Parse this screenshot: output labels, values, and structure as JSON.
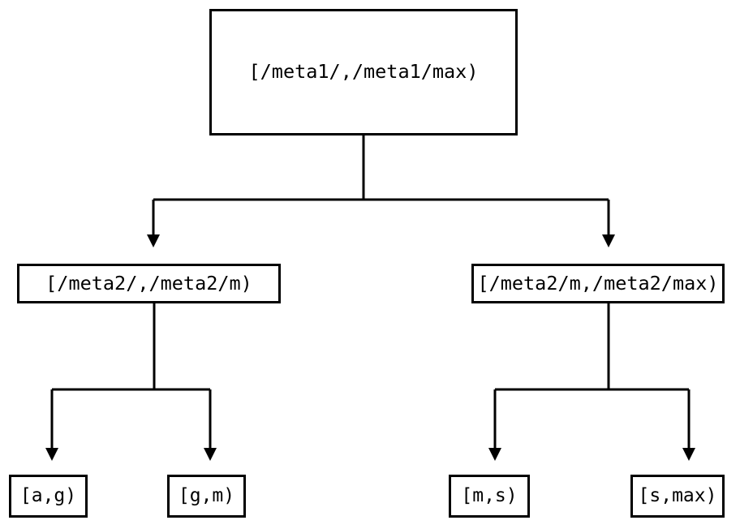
{
  "diagram": {
    "type": "interval-partition-tree",
    "background_color": "#ffffff",
    "line_color": "#000000",
    "text_color": "#000000",
    "nodes": {
      "root": {
        "label": "[/meta1/,/meta1/max)"
      },
      "mid_left": {
        "label": "[/meta2/,/meta2/m)"
      },
      "mid_right": {
        "label": "[/meta2/m,/meta2/max)"
      },
      "leaf_ag": {
        "label": "[a,g)"
      },
      "leaf_gm": {
        "label": "[g,m)"
      },
      "leaf_ms": {
        "label": "[m,s)"
      },
      "leaf_smax": {
        "label": "[s,max)"
      }
    },
    "edges": [
      {
        "from": "root",
        "to": "mid_left",
        "arrow": "down"
      },
      {
        "from": "root",
        "to": "mid_right",
        "arrow": "down"
      },
      {
        "from": "mid_left",
        "to": "leaf_ag",
        "arrow": "down"
      },
      {
        "from": "mid_left",
        "to": "leaf_gm",
        "arrow": "down"
      },
      {
        "from": "mid_right",
        "to": "leaf_ms",
        "arrow": "down"
      },
      {
        "from": "mid_right",
        "to": "leaf_smax",
        "arrow": "down"
      }
    ]
  }
}
